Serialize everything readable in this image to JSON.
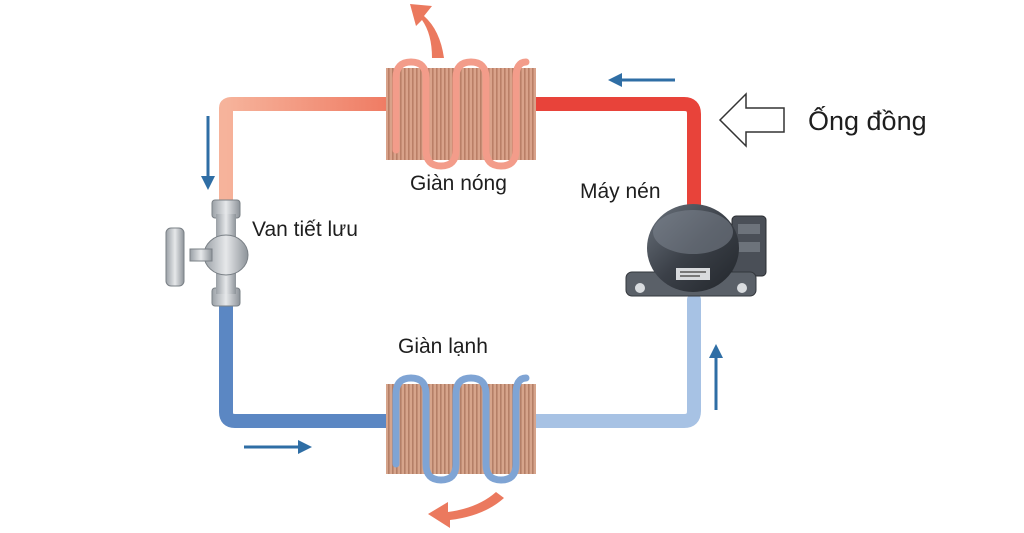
{
  "labels": {
    "hot_coil": "Giàn nóng",
    "compressor": "Máy nén",
    "expansion_valve": "Van tiết lưu",
    "cold_coil": "Giàn lạnh",
    "copper_pipe": "Ống đồng"
  },
  "colors": {
    "hot_pipe": "#e8433a",
    "warm_pipe": "#f3a98f",
    "cold_pipe": "#4d7fc1",
    "light_cold_pipe": "#a9c4e4",
    "flow_arrow": "#2f6ea5",
    "heat_arrow": "#e96a4d",
    "coil_body": "#c9957a",
    "compressor_body": "#3b4048"
  },
  "icons": {
    "valve": "valve-icon",
    "compressor": "compressor-icon",
    "pointer": "hollow-arrow-left-icon"
  }
}
